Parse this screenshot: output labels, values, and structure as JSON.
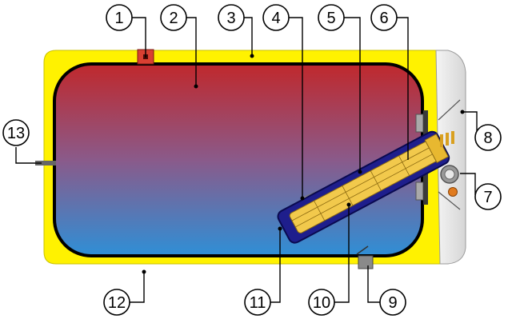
{
  "colors": {
    "insulation": "#fff200",
    "tank_top": "#c0282c",
    "tank_bottom": "#2f8fd6",
    "tank_outline": "#000000",
    "side_cover": "#e6e6e6",
    "heater_tube": "#1e1e8c",
    "heating_element": "#f2c94c",
    "anode_rod": "#dcdcdc",
    "thermostat_tube": "#a8c8f0",
    "flange_bolt": "#a9a9a9",
    "pipe": "#666666",
    "fitting": "#d94032",
    "drain_fitting": "#8a8a8a",
    "thermometer_ring": "#999999",
    "indicator_lamp": "#e07b1f"
  },
  "callouts": [
    {
      "label": "1"
    },
    {
      "label": "2"
    },
    {
      "label": "3"
    },
    {
      "label": "4"
    },
    {
      "label": "5"
    },
    {
      "label": "6"
    },
    {
      "label": "7"
    },
    {
      "label": "8"
    },
    {
      "label": "9"
    },
    {
      "label": "10"
    },
    {
      "label": "11"
    },
    {
      "label": "12"
    },
    {
      "label": "13"
    }
  ]
}
